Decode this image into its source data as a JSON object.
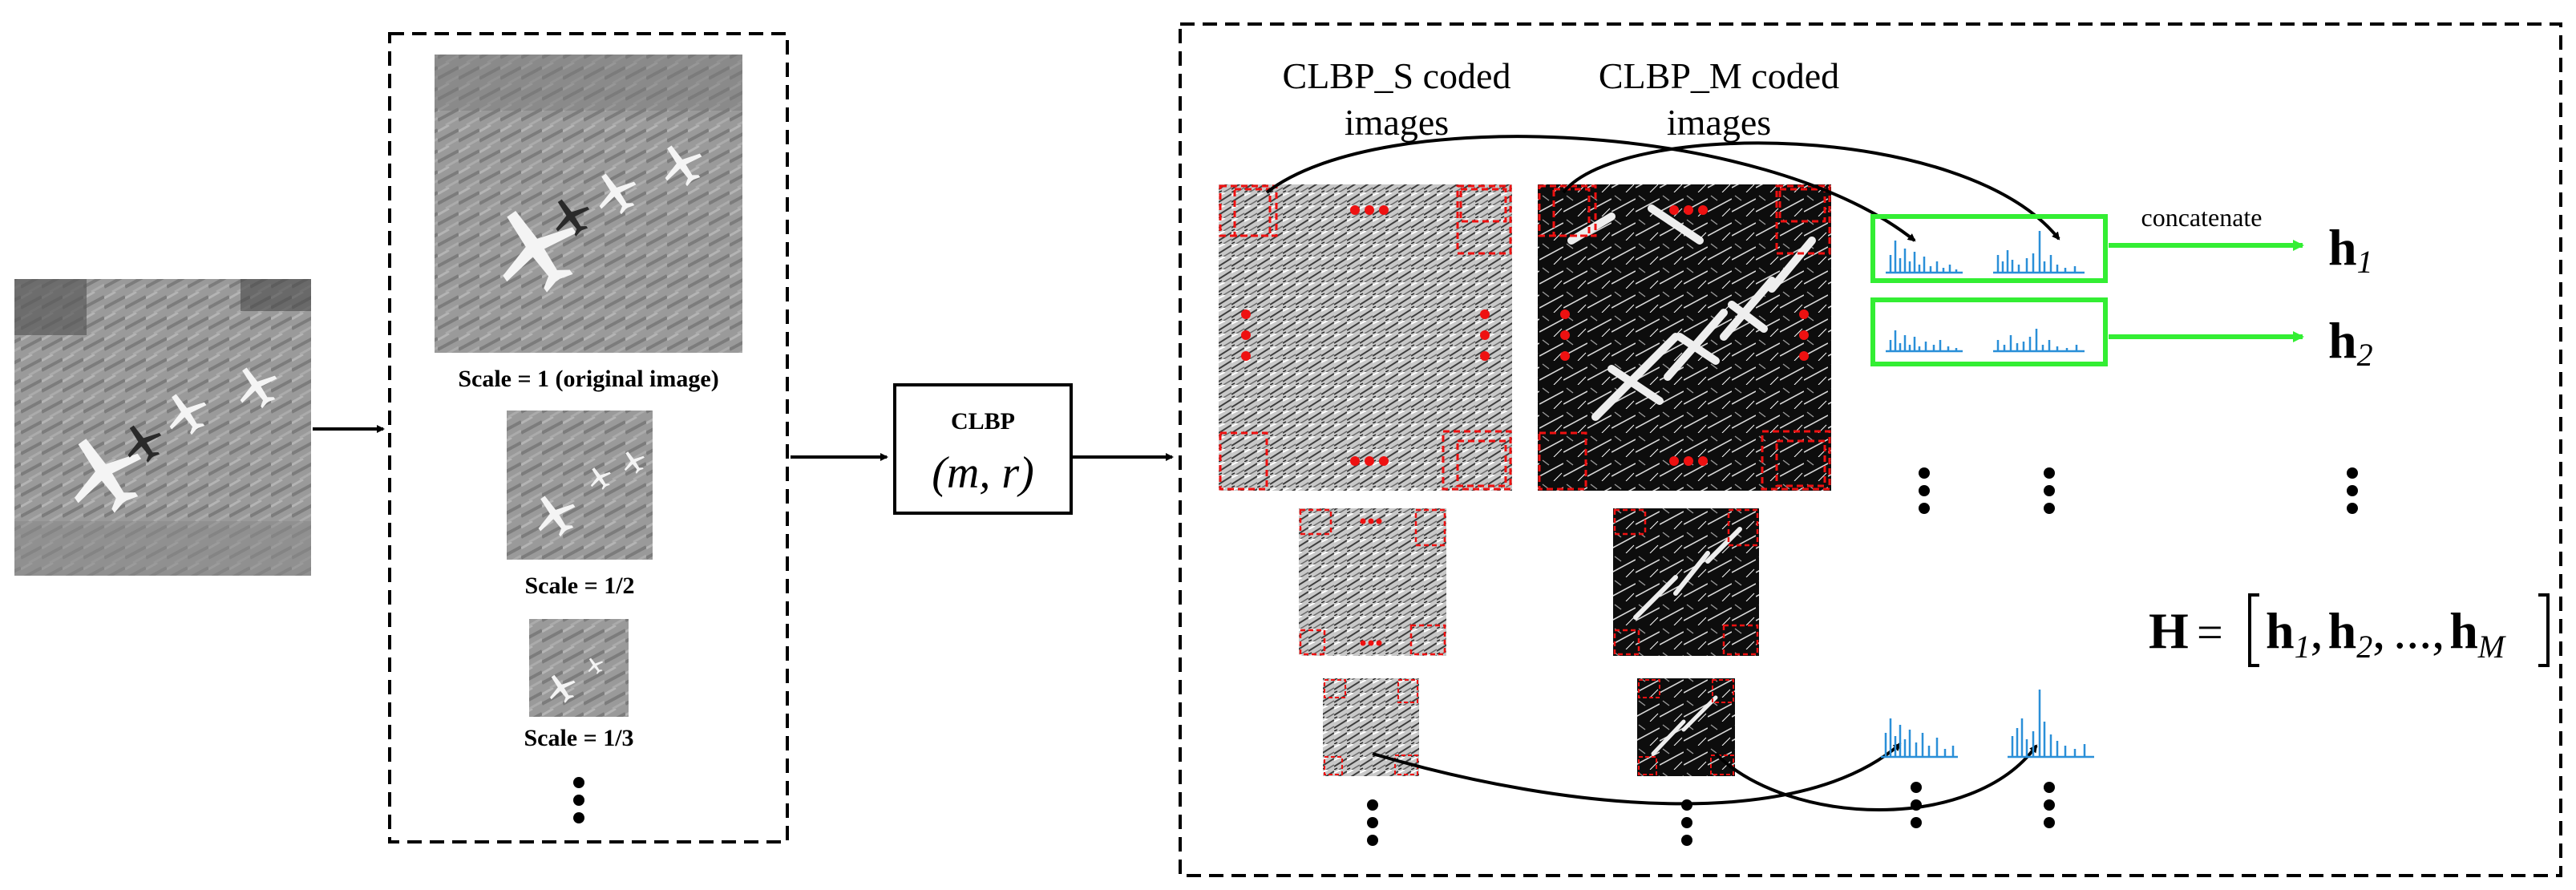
{
  "pyramid": {
    "scales": [
      "Scale = 1 (original image)",
      "Scale = 1/2",
      "Scale = 1/3"
    ]
  },
  "operator": {
    "name": "CLBP",
    "params": "(m, r)"
  },
  "coded_headers": {
    "sign_line1": "CLBP_S coded",
    "sign_line2": "images",
    "mag_line1": "CLBP_M coded",
    "mag_line2": "images"
  },
  "concat_label": "concatenate",
  "outputs": {
    "h1_base": "h",
    "h1_sub": "1",
    "h2_base": "h",
    "h2_sub": "2"
  },
  "final": {
    "H": "H",
    "eq": "=",
    "h": "h",
    "sub1": "1",
    "sub2": "2",
    "subM": "M",
    "ellipsis": "...",
    "comma": ","
  },
  "colors": {
    "box_border": "#000000",
    "highlight": "#33ee33",
    "region_markers": "#ee1111",
    "histogram": "#2a8fd8"
  }
}
